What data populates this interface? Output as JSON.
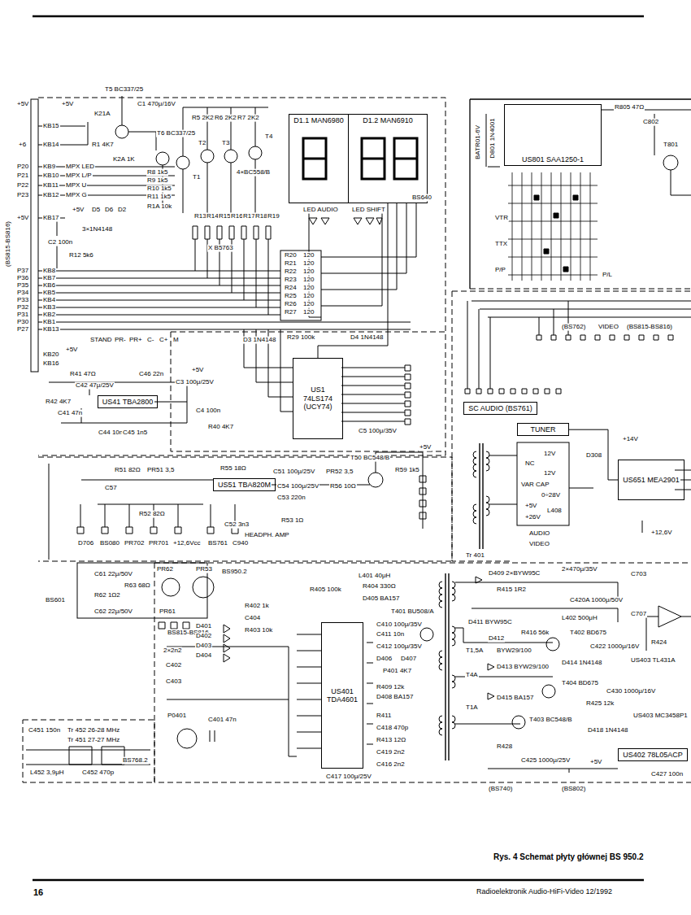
{
  "diagram": {
    "caption": "Rys. 4 Schemat płyty głównej BS 950.2",
    "nodes": [
      {
        "text": [
          "US801 SAA1250-1"
        ]
      },
      {
        "text": [
          "D1.1 MAN6980"
        ]
      },
      {
        "text": [
          "D1.2 MAN6910"
        ]
      },
      {
        "text": [
          "US1 74LS174 (UCY74)"
        ]
      },
      {
        "text": [
          "US41 TBA2800"
        ]
      },
      {
        "text": [
          "US51 TBA820M"
        ]
      },
      {
        "text": [
          "SC AUDIO (BS761)"
        ]
      },
      {
        "text": [
          "TUNER"
        ]
      },
      {
        "text": [
          "US651 MEA2901"
        ]
      },
      {
        "text": [
          "US401 TDA4601"
        ]
      },
      {
        "text": [
          "US402 78L05ACP"
        ]
      }
    ],
    "edges": [
      {
        "from": 7,
        "to": 8,
        "arrow": "none"
      },
      {
        "from": 3,
        "to": 2,
        "arrow": "none"
      }
    ],
    "labels": [
      "T5 BC337/25",
      "+5V",
      "K21A",
      "C1 470μ/16V",
      "R1 4K7",
      "K2A 1K",
      "T6 BC337/25",
      "R5 2K2",
      "R6 2K2",
      "R7 2K2",
      "T1",
      "T2",
      "T3",
      "T4",
      "4×BC558/B",
      "R8 1k5",
      "R9 1k5",
      "R10 1k5",
      "R11 1k5",
      "R1A 10k",
      "+5V",
      "+6",
      "P20",
      "P21",
      "P22",
      "P23",
      "+5V",
      "KB15",
      "KB14",
      "KB9",
      "KB10",
      "KB11",
      "KB12",
      "KB17",
      "MPX LED",
      "MPX L/P",
      "MPX U",
      "MPX G",
      "(BS815-BS816)",
      "+5V",
      "D5",
      "D6",
      "D2",
      "3×1N4148",
      "C2 100n",
      "R12 5k6",
      "R13",
      "R14",
      "R15",
      "R16",
      "R17",
      "R18",
      "R19",
      "X B5763",
      "R20",
      "120",
      "R21",
      "120",
      "R22",
      "120",
      "R23",
      "120",
      "R24",
      "120",
      "R25",
      "120",
      "R26",
      "120",
      "R27",
      "120",
      "LED AUDIO",
      "LED SHIFT",
      "BS640",
      "P37",
      "P36",
      "P35",
      "P34",
      "P33",
      "P32",
      "P31",
      "P30",
      "P27",
      "KB8",
      "KB7",
      "KB6",
      "KB5",
      "KB4",
      "KB3",
      "KB2",
      "KB1",
      "KB13",
      "STAND",
      "PR-",
      "PR+",
      "C-",
      "C+",
      "M",
      "KB20",
      "KB16",
      "+5V",
      "D3 1N4148",
      "R29 100k",
      "D4 1N4148",
      "C5 100μ/35V",
      "C3 100μ/25V",
      "C4 100n",
      "R40 4K7",
      "+5V",
      "R41 47Ω",
      "C46 22n",
      "C42 47μ/25V",
      "R42 4K7",
      "C41 47n",
      "C44 10n",
      "C45 1n5",
      "R51 82Ω",
      "PR51 3,5",
      "R52 82Ω",
      "C57",
      "R55 18Ω",
      "C51 100μ/25V",
      "PR52 3,5",
      "R56 10Ω",
      "T50 BC548/B",
      "R59 1k5",
      "+5V",
      "C54 100μ/25V",
      "C53 220n",
      "C52 3n3",
      "R53 1Ω",
      "HEADPH. AMP",
      "D706",
      "BS080",
      "PR702",
      "PR701",
      "+12,6Vcc",
      "BS761",
      "C940",
      "BS601",
      "C61 22μ/50V",
      "PR62",
      "PR53",
      "R62 1Ω2",
      "R63 68Ω",
      "C62 22μ/50V",
      "PR61",
      "BS815-BS816",
      "BS950.2",
      "C451 150n",
      "Tr 452 26-28 MHz",
      "Tr 451 27-27 MHz",
      "L452 3,9μH",
      "C452 470p",
      "BS768.2",
      "2×2n2",
      "C402",
      "C403",
      "D401",
      "D402",
      "D403",
      "D404",
      "R402 1k",
      "C404",
      "R403 10k",
      "P0401",
      "C401 47n",
      "R405 100k",
      "L401 40μH",
      "R404 330Ω",
      "D405 BA157",
      "T401 BU508/A",
      "C410 100μ/35V",
      "C411 10n",
      "C412 100μ/35V",
      "D406",
      "D407",
      "P401 4K7",
      "R409 12k",
      "D408 BA157",
      "R411",
      "C418 470p",
      "C417 100μ/25V",
      "R413 12Ω",
      "C419 2n2",
      "C416 2n2",
      "D409 2×BYW95C",
      "2×470μ/35V",
      "C703",
      "R415 1R2",
      "C420A 1000μ/50V",
      "C707",
      "D411 BYW95C",
      "L402 500μH",
      "R416 56k",
      "D412",
      "T1,5A",
      "BYW29/100",
      "T402 BD675",
      "C422 1000μ/16V",
      "R424",
      "US403 TL431A",
      "T4A",
      "D413 BYW29/100",
      "T1A",
      "D415 BA157",
      "D414 1N4148",
      "T404 BD675",
      "C430 1000μ/16V",
      "US403 MC3458P1",
      "R425 12k",
      "T403 BC548/B",
      "D418 1N4148",
      "R428",
      "C425 1000μ/25V",
      "+5V",
      "(BS740)",
      "(BS802)",
      "C427 100n",
      "BATR01-6V",
      "D801 1N4001",
      "R805 47Ω",
      "T801",
      "C802",
      "VTR",
      "TTX",
      "P/P",
      "P/L",
      "(BS762)",
      "VIDEO",
      "(BS815-BS816)",
      "Tr 401",
      "+14V",
      "D308",
      "12V",
      "NC",
      "12V",
      "VAR CAP",
      "0÷28V",
      "+5V",
      "L408",
      "+26V",
      "AUDIO",
      "VIDEO",
      "+12,6V",
      "16",
      "Radioelektronik Audio-HiFi-Video 12/1992"
    ]
  }
}
